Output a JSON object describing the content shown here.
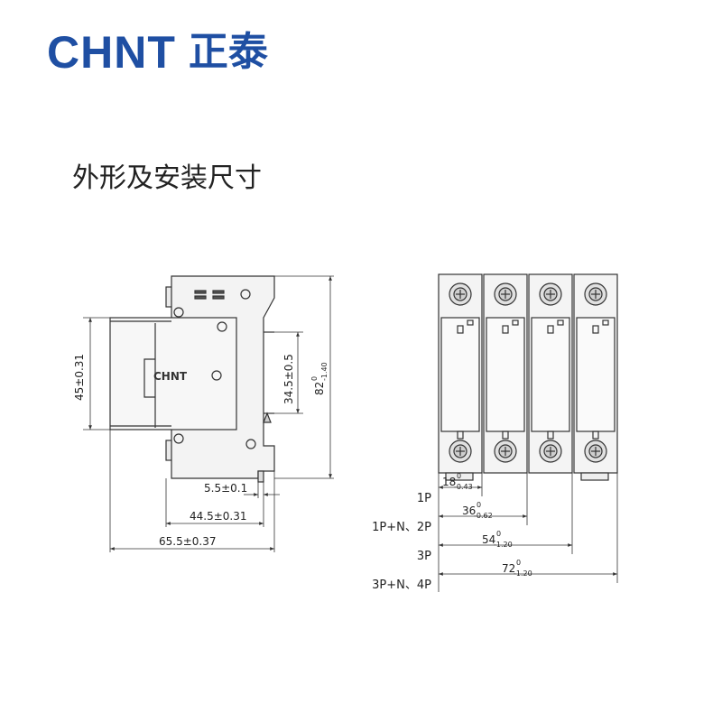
{
  "brand": {
    "name_en": "CHNT",
    "name_cn": "正泰",
    "color": "#1f4fa3"
  },
  "title": "外形及安装尺寸",
  "side_view": {
    "label_logo": "CHNT",
    "height_left": "45±0.31",
    "height_inner": "34.5±0.5",
    "height_total": "82",
    "height_total_tol_upper": "0",
    "height_total_tol_lower": "-1.40",
    "width_a": "5.5±0.1",
    "width_b": "44.5±0.31",
    "width_c": "65.5±0.37"
  },
  "front_view": {
    "poles": [
      {
        "label": "1P",
        "dim": "18",
        "tol_upper": "0",
        "tol_lower": "-0.43"
      },
      {
        "label": "1P+N、2P",
        "dim": "36",
        "tol_upper": "0",
        "tol_lower": "-0.62"
      },
      {
        "label": "3P",
        "dim": "54",
        "tol_upper": "0",
        "tol_lower": "-1.20"
      },
      {
        "label": "3P+N、4P",
        "dim": "72",
        "tol_upper": "0",
        "tol_lower": "-1.20"
      }
    ]
  },
  "colors": {
    "line": "#333333",
    "fill_light": "#f2f2f2",
    "fill_mid": "#e6e6e6"
  }
}
